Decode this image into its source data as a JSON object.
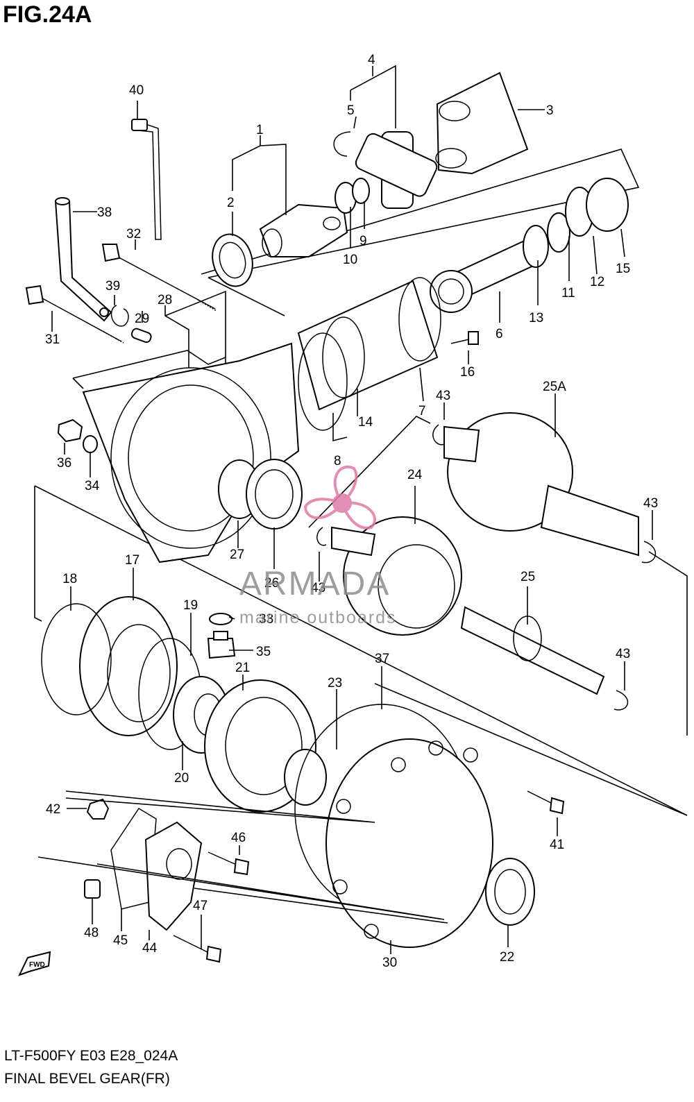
{
  "figure": {
    "title": "FIG.24A",
    "model_code": "LT-F500FY E03 E28_024A",
    "diagram_name": "FINAL BEVEL GEAR(FR)",
    "fwd_label": "FWD"
  },
  "watermark": {
    "brand": "ARMADA",
    "tagline": "marine outboards",
    "accent_color": "#e07aa8"
  },
  "callouts": {
    "c1": "1",
    "c2": "2",
    "c3": "3",
    "c4": "4",
    "c5": "5",
    "c6": "6",
    "c7": "7",
    "c8": "8",
    "c9": "9",
    "c10": "10",
    "c11": "11",
    "c12": "12",
    "c13": "13",
    "c14": "14",
    "c15": "15",
    "c16": "16",
    "c17": "17",
    "c18": "18",
    "c19": "19",
    "c20": "20",
    "c21": "21",
    "c22": "22",
    "c23": "23",
    "c24": "24",
    "c25": "25",
    "c25a": "25A",
    "c26": "26",
    "c27": "27",
    "c28": "28",
    "c29": "29",
    "c30": "30",
    "c31": "31",
    "c32": "32",
    "c33": "33",
    "c34": "34",
    "c35": "35",
    "c36": "36",
    "c37": "37",
    "c38": "38",
    "c39": "39",
    "c40": "40",
    "c41": "41",
    "c42": "42",
    "c43a": "43",
    "c43b": "43",
    "c43c": "43",
    "c43d": "43",
    "c44": "44",
    "c45": "45",
    "c46": "46",
    "c47": "47",
    "c48": "48"
  }
}
